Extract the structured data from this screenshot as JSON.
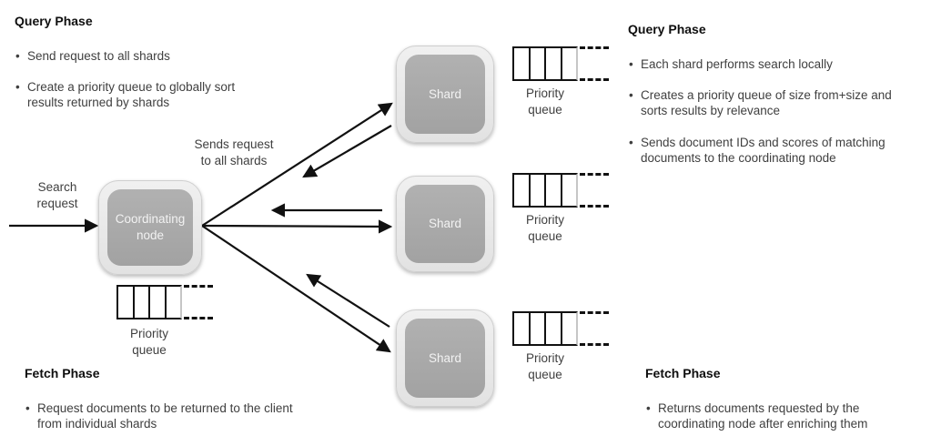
{
  "sections": {
    "query_left": {
      "heading": "Query Phase",
      "bullets": [
        "Send request to all shards",
        "Create a priority queue to globally sort\nresults returned by shards"
      ]
    },
    "query_right": {
      "heading": "Query Phase",
      "bullets": [
        "Each shard performs search locally",
        "Creates a priority queue of size from+size and\nsorts results by relevance",
        "Sends document IDs and scores of matching\ndocuments to the coordinating node"
      ]
    },
    "fetch_left": {
      "heading": "Fetch Phase",
      "bullets": [
        "Request documents to be returned to the client\nfrom individual shards"
      ]
    },
    "fetch_right": {
      "heading": "Fetch Phase",
      "bullets": [
        "Returns documents requested by the\ncoordinating node after enriching them"
      ]
    }
  },
  "diagram": {
    "coordinating_node": {
      "label": "Coordinating\nnode"
    },
    "shards": [
      {
        "label": "Shard"
      },
      {
        "label": "Shard"
      },
      {
        "label": "Shard"
      }
    ],
    "queues": [
      {
        "label": "Priority\nqueue"
      },
      {
        "label": "Priority\nqueue"
      },
      {
        "label": "Priority\nqueue"
      },
      {
        "label": "Priority\nqueue"
      }
    ],
    "arrow_labels": {
      "search_request": "Search\nrequest",
      "sends_request": "Sends request\nto all shards"
    }
  },
  "colors": {
    "background": "#ffffff",
    "node_fill": "#a9a9a9",
    "node_outer": "#e9e9e9",
    "node_text": "#f2f2f2",
    "line": "#111111",
    "heading_text": "#0f0f0f",
    "body_text": "#3f3f3f"
  }
}
